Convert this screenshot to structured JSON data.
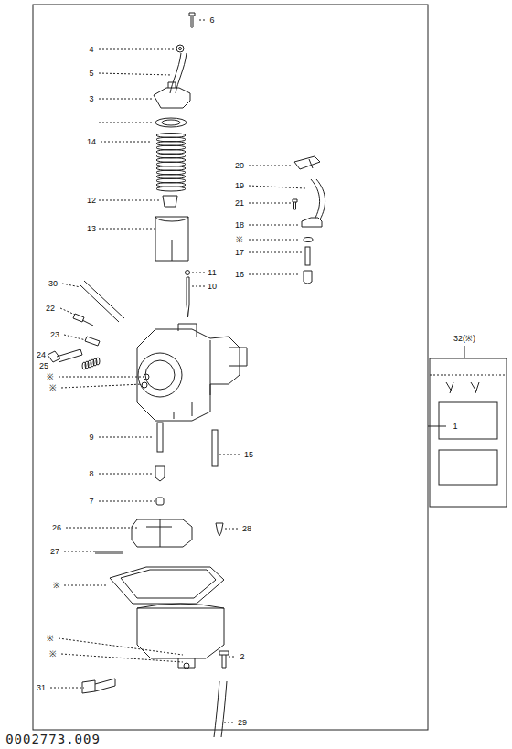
{
  "diagram": {
    "labels": [
      "6",
      "4",
      "5",
      "3",
      "20",
      "19",
      "21",
      "18",
      "※",
      "17",
      "14",
      "12",
      "16",
      "13",
      "11",
      "30",
      "10",
      "22",
      "23",
      "24",
      "25",
      "※",
      "※",
      "9",
      "15",
      "8",
      "7",
      "26",
      "28",
      "27",
      "※",
      "※",
      "※",
      "2",
      "31",
      "29",
      "1",
      "32(※)",
      "0002773.009"
    ]
  }
}
